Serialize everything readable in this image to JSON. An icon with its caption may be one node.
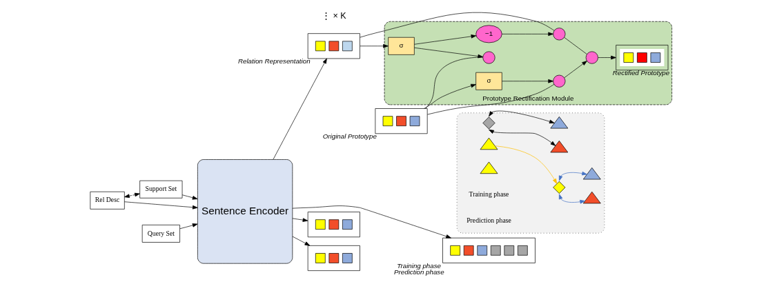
{
  "diagram": {
    "nodes": [
      {
        "text": [
          "Rel Desc"
        ]
      },
      {
        "text": [
          "Support Set"
        ]
      },
      {
        "text": [
          "Query Set"
        ]
      },
      {
        "text": [
          "Sentence Encoder"
        ]
      },
      {
        "text": [],
        "shape": "box",
        "beside": [
          "Relation Representation"
        ]
      },
      {
        "text": [],
        "shape": "box"
      },
      {
        "text": [],
        "shape": "box"
      },
      {
        "text": [],
        "shape": "box",
        "beside": [
          "Original Prototype"
        ]
      },
      {
        "text": [],
        "shape": "box",
        "beside": [
          "Training phase",
          "Prediction phase"
        ]
      },
      {
        "text": [
          "Prototype Rectification Module"
        ]
      },
      {
        "text": [],
        "shape": "circle",
        "in": 9
      },
      {
        "text": [],
        "shape": "circle",
        "in": 9
      },
      {
        "text": [],
        "shape": "circle",
        "in": 9
      },
      {
        "text": [
          "−1"
        ],
        "in": 9
      },
      {
        "text": [
          "σ"
        ],
        "in": 9
      },
      {
        "text": [
          "σ"
        ],
        "in": 9
      },
      {
        "text": [],
        "shape": "circle",
        "in": 9
      },
      {
        "text": [],
        "shape": "box",
        "in": 9,
        "beside": [
          "Rectified Prototype"
        ]
      },
      {
        "text": [],
        "shape": "box"
      },
      {
        "text": [],
        "shape": "diamond",
        "in": 18
      },
      {
        "text": [],
        "shape": "triangle",
        "in": 18
      },
      {
        "text": [],
        "shape": "triangle",
        "in": 18
      },
      {
        "text": [],
        "shape": "triangle",
        "in": 18
      },
      {
        "text": [],
        "shape": "diamond",
        "in": 18
      },
      {
        "text": [],
        "shape": "triangle",
        "in": 18
      },
      {
        "text": [],
        "shape": "triangle",
        "in": 18
      },
      {
        "text": [],
        "shape": "triangle",
        "in": 18
      }
    ],
    "edges": [
      {
        "from": 0,
        "to": 3,
        "arrow": "to"
      },
      {
        "from": 1,
        "to": 3,
        "arrow": "to"
      },
      {
        "from": 2,
        "to": 3,
        "arrow": "to"
      },
      {
        "from": 0,
        "to": 1,
        "arrow": "both",
        "style": "dashed"
      },
      {
        "from": 3,
        "to": 4,
        "arrow": "to"
      },
      {
        "from": 3,
        "to": 5,
        "arrow": "to"
      },
      {
        "from": 3,
        "to": 6,
        "arrow": "to"
      },
      {
        "from": 3,
        "to": 8,
        "arrow": "to"
      },
      {
        "from": 4,
        "to": 10,
        "arrow": "none"
      },
      {
        "from": 4,
        "to": 14,
        "arrow": "to"
      },
      {
        "from": 7,
        "to": 12,
        "arrow": "none"
      },
      {
        "from": 7,
        "to": 15,
        "arrow": "to"
      },
      {
        "from": 7,
        "to": 16,
        "arrow": "none"
      },
      {
        "from": 14,
        "to": 12,
        "arrow": "to"
      },
      {
        "from": 14,
        "to": 13,
        "arrow": "to"
      },
      {
        "from": 13,
        "to": 10,
        "arrow": "to"
      },
      {
        "from": 15,
        "to": 16,
        "arrow": "to"
      },
      {
        "from": 16,
        "to": 11,
        "arrow": "to"
      },
      {
        "from": 10,
        "to": 11,
        "arrow": "none"
      },
      {
        "from": 11,
        "to": 17,
        "arrow": "to"
      },
      {
        "from": 19,
        "to": 20,
        "arrow": "both",
        "color": "#4472c4"
      },
      {
        "from": 19,
        "to": 21,
        "arrow": "both",
        "color": "#4472c4"
      },
      {
        "from": 22,
        "to": 19,
        "arrow": "to",
        "color": "#ffc000"
      },
      {
        "from": 23,
        "to": 24,
        "arrow": "both"
      },
      {
        "from": 23,
        "to": 25,
        "arrow": "both"
      }
    ],
    "labels": [
      "⋮ × K",
      "Training phase",
      "Prediction phase"
    ]
  }
}
